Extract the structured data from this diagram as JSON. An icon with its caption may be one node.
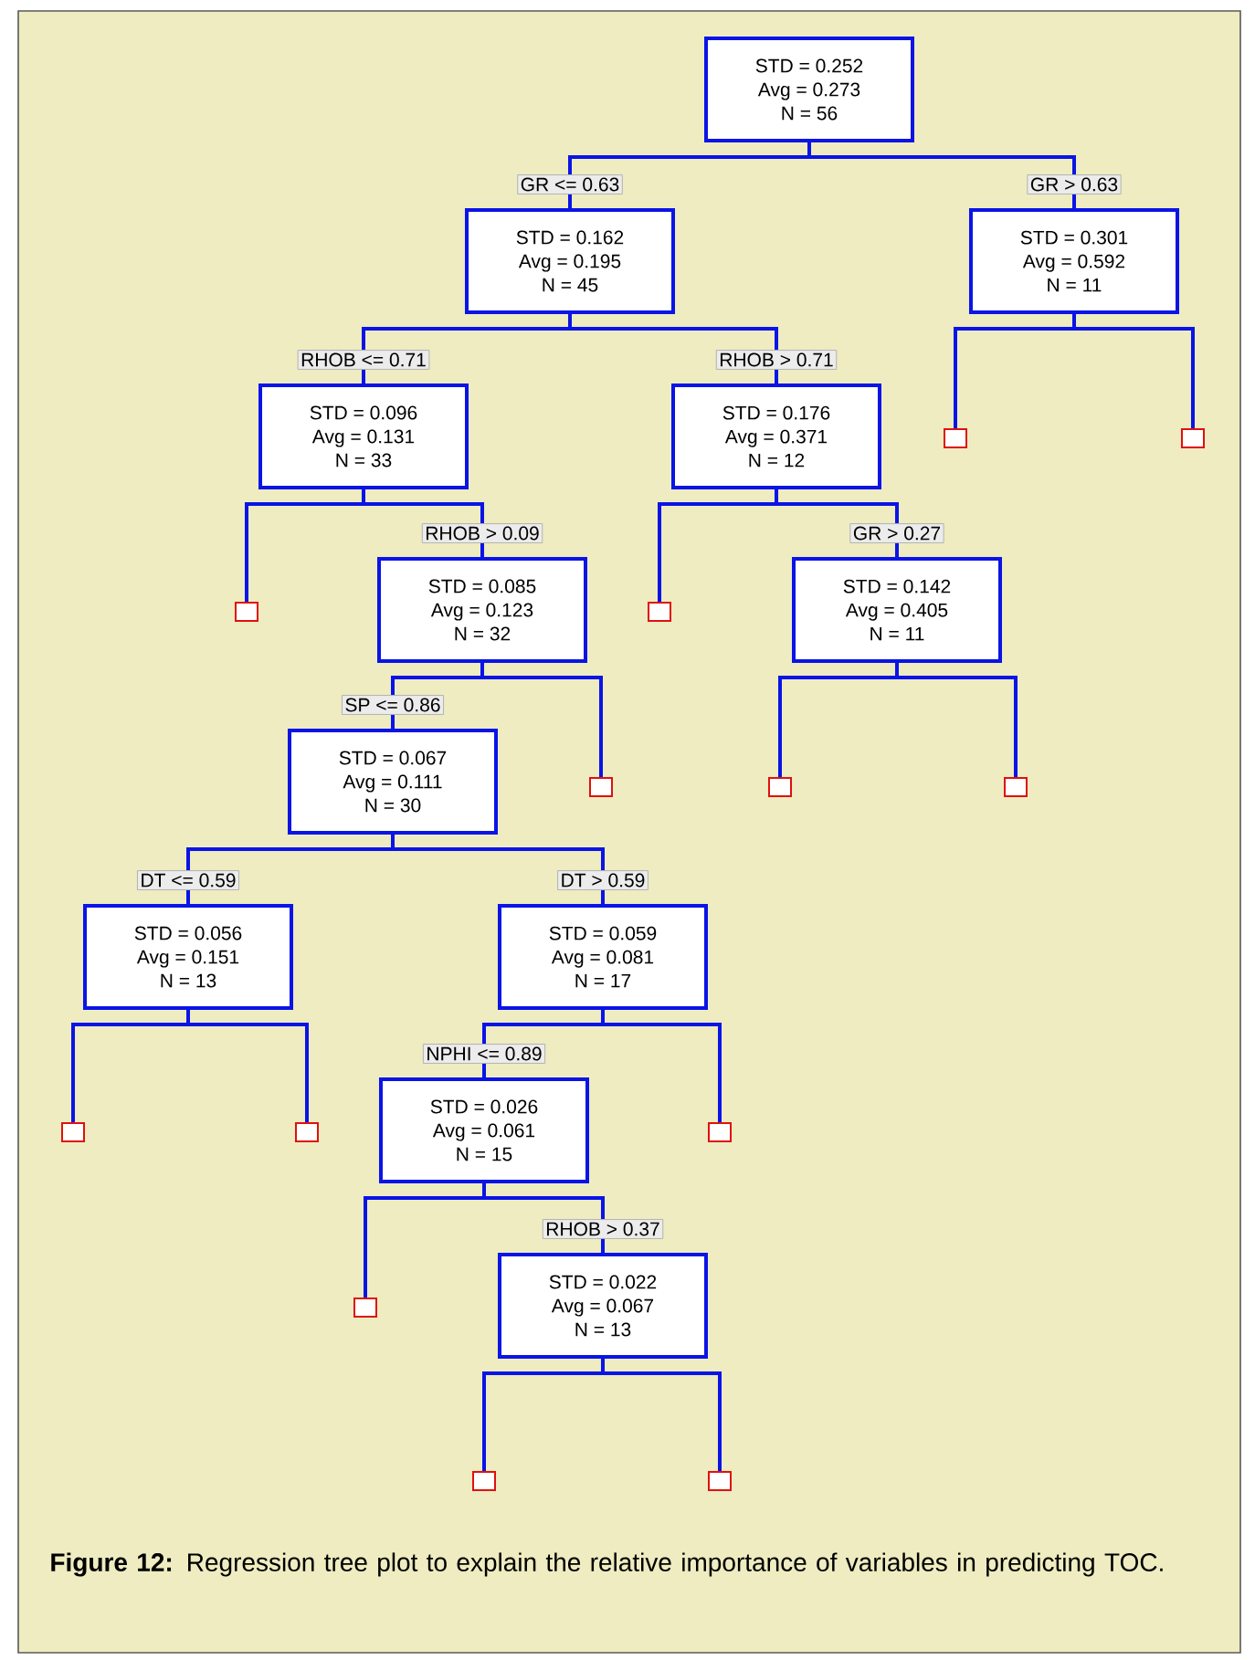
{
  "diagram": {
    "caption": "**Figure 12:** Regression tree plot to explain the relative importance of variables in predicting TOC.",
    "nodes": [
      {
        "text": [
          "STD = 0.252",
          "Avg = 0.273",
          "N = 56"
        ]
      },
      {
        "text": [
          "STD = 0.162",
          "Avg = 0.195",
          "N = 45"
        ]
      },
      {
        "text": [
          "STD = 0.301",
          "Avg = 0.592",
          "N = 11"
        ]
      },
      {
        "text": [
          "STD = 0.096",
          "Avg = 0.131",
          "N = 33"
        ]
      },
      {
        "text": [
          "STD = 0.176",
          "Avg = 0.371",
          "N = 12"
        ]
      },
      {
        "text": [],
        "shape": "box"
      },
      {
        "text": [],
        "shape": "box"
      },
      {
        "text": [],
        "shape": "box"
      },
      {
        "text": [
          "STD = 0.085",
          "Avg = 0.123",
          "N = 32"
        ]
      },
      {
        "text": [],
        "shape": "box"
      },
      {
        "text": [
          "STD = 0.142",
          "Avg = 0.405",
          "N = 11"
        ]
      },
      {
        "text": [
          "STD = 0.067",
          "Avg = 0.111",
          "N = 30"
        ]
      },
      {
        "text": [],
        "shape": "box"
      },
      {
        "text": [],
        "shape": "box"
      },
      {
        "text": [],
        "shape": "box"
      },
      {
        "text": [
          "STD = 0.056",
          "Avg = 0.151",
          "N = 13"
        ]
      },
      {
        "text": [
          "STD = 0.059",
          "Avg = 0.081",
          "N = 17"
        ]
      },
      {
        "text": [],
        "shape": "box"
      },
      {
        "text": [],
        "shape": "box"
      },
      {
        "text": [
          "STD = 0.026",
          "Avg = 0.061",
          "N = 15"
        ]
      },
      {
        "text": [],
        "shape": "box"
      },
      {
        "text": [],
        "shape": "box"
      },
      {
        "text": [
          "STD = 0.022",
          "Avg = 0.067",
          "N = 13"
        ]
      },
      {
        "text": [],
        "shape": "box"
      },
      {
        "text": [],
        "shape": "box"
      }
    ],
    "edges": [
      {
        "from": 0,
        "to": 1,
        "arrow": "none",
        "label": "GR <= 0.63"
      },
      {
        "from": 0,
        "to": 2,
        "arrow": "none",
        "label": "GR > 0.63"
      },
      {
        "from": 2,
        "to": 5,
        "arrow": "none"
      },
      {
        "from": 2,
        "to": 6,
        "arrow": "none"
      },
      {
        "from": 1,
        "to": 3,
        "arrow": "none",
        "label": "RHOB <= 0.71"
      },
      {
        "from": 1,
        "to": 4,
        "arrow": "none",
        "label": "RHOB > 0.71"
      },
      {
        "from": 3,
        "to": 7,
        "arrow": "none"
      },
      {
        "from": 3,
        "to": 8,
        "arrow": "none",
        "label": "RHOB > 0.09"
      },
      {
        "from": 4,
        "to": 9,
        "arrow": "none"
      },
      {
        "from": 4,
        "to": 10,
        "arrow": "none",
        "label": "GR > 0.27"
      },
      {
        "from": 8,
        "to": 11,
        "arrow": "none",
        "label": "SP <= 0.86"
      },
      {
        "from": 8,
        "to": 12,
        "arrow": "none"
      },
      {
        "from": 10,
        "to": 13,
        "arrow": "none"
      },
      {
        "from": 10,
        "to": 14,
        "arrow": "none"
      },
      {
        "from": 11,
        "to": 15,
        "arrow": "none",
        "label": "DT <= 0.59"
      },
      {
        "from": 11,
        "to": 16,
        "arrow": "none",
        "label": "DT > 0.59"
      },
      {
        "from": 15,
        "to": 17,
        "arrow": "none"
      },
      {
        "from": 15,
        "to": 18,
        "arrow": "none"
      },
      {
        "from": 16,
        "to": 19,
        "arrow": "none",
        "label": "NPHI <= 0.89"
      },
      {
        "from": 16,
        "to": 20,
        "arrow": "none"
      },
      {
        "from": 19,
        "to": 21,
        "arrow": "none"
      },
      {
        "from": 19,
        "to": 22,
        "arrow": "none",
        "label": "RHOB > 0.37"
      },
      {
        "from": 22,
        "to": 23,
        "arrow": "none"
      },
      {
        "from": 22,
        "to": 24,
        "arrow": "none"
      }
    ]
  }
}
